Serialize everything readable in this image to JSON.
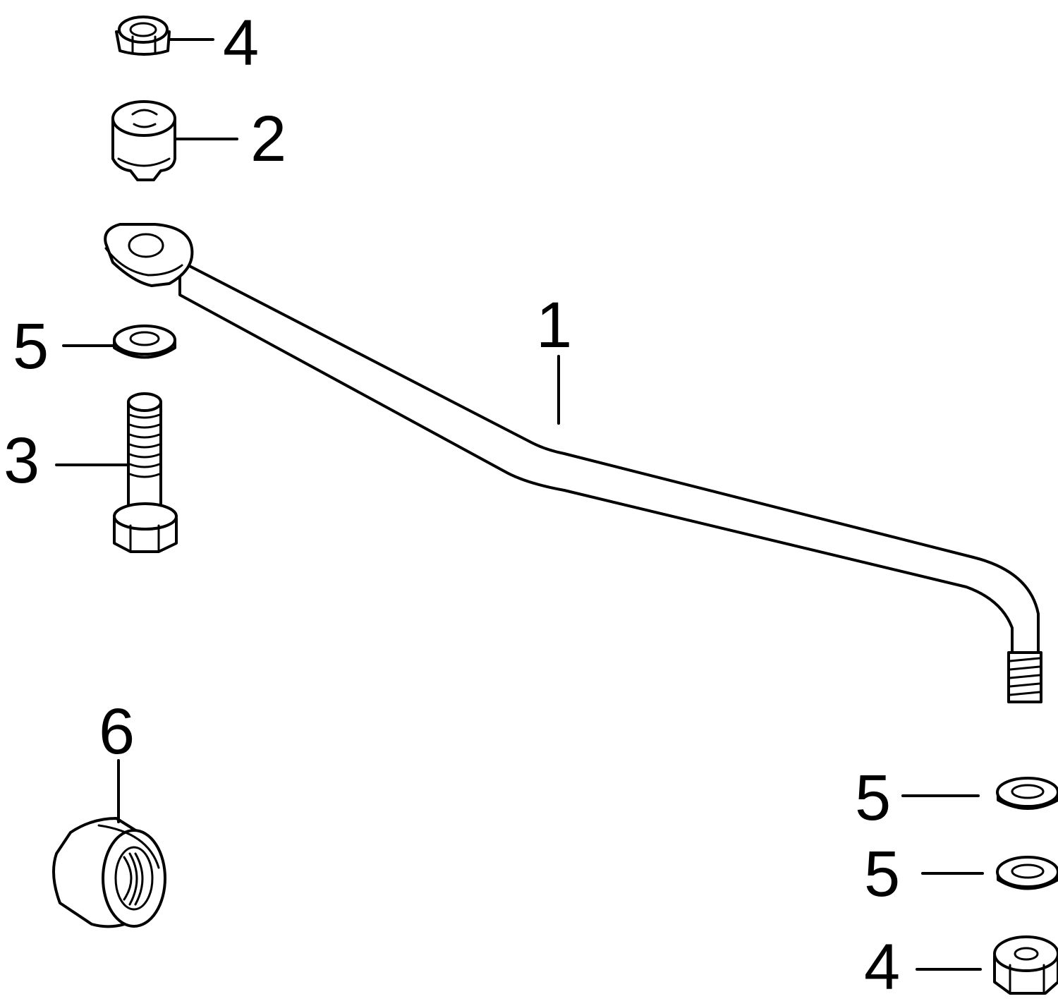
{
  "diagram": {
    "callouts": {
      "nut_top": "4",
      "bushing": "2",
      "washer_left": "5",
      "bolt": "3",
      "rod": "1",
      "cap_nut": "6",
      "washer_right_a": "5",
      "washer_right_b": "5",
      "nut_bottom": "4"
    }
  }
}
